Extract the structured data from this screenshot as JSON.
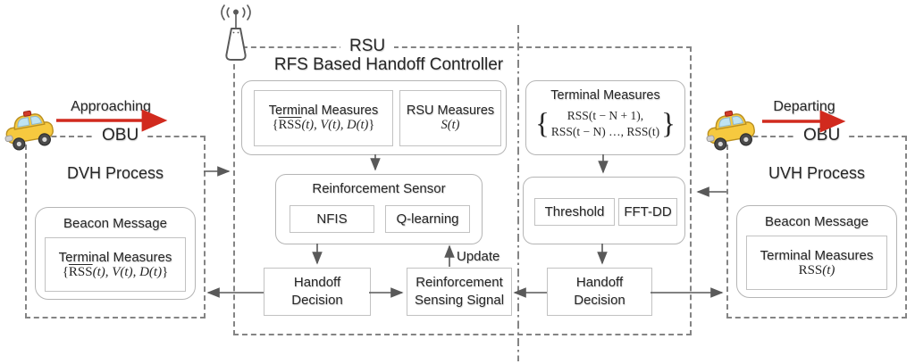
{
  "left_obu": {
    "direction_label": "Approaching",
    "box_label": "OBU",
    "process_title": "DVH Process",
    "beacon_title": "Beacon Message",
    "measures_title": "Terminal Measures",
    "formula": {
      "open": "{",
      "rss": "RSS",
      "rest": "(t), V(t), D(t)",
      "close": "}"
    }
  },
  "rsu": {
    "label": "RSU",
    "title": "RFS Based Handoff Controller",
    "terminal_measures": {
      "title": "Terminal Measures",
      "formula": {
        "open": "{",
        "rss": "RSS",
        "rest": "(t), V(t), D(t)",
        "close": "}"
      }
    },
    "rsu_measures": {
      "title": "RSU Measures",
      "formula": "S(t)"
    },
    "reinforcement_sensor": {
      "title": "Reinforcement Sensor",
      "nfis": "NFIS",
      "qlearning": "Q-learning"
    },
    "handoff_decision_left": {
      "line1": "Handoff",
      "line2": "Decision"
    },
    "sensing_signal": {
      "line1": "Reinforcement",
      "line2": "Sensing Signal"
    },
    "update_label": "Update",
    "right_terminal_measures": {
      "title": "Terminal Measures",
      "brace_open": "{",
      "brace_close": "}",
      "line1": "RSS(t − N + 1),",
      "line2": "RSS(t − N) …, RSS(t)"
    },
    "detector": {
      "threshold": "Threshold",
      "fftdd": "FFT-DD"
    },
    "handoff_decision_right": {
      "line1": "Handoff",
      "line2": "Decision"
    }
  },
  "right_obu": {
    "direction_label": "Departing",
    "box_label": "OBU",
    "process_title": "UVH Process",
    "beacon_title": "Beacon Message",
    "measures_title": "Terminal Measures",
    "formula": {
      "rss": "RSS",
      "rest": "(t)"
    }
  },
  "colors": {
    "arrow_red": "#d12a1e",
    "line_gray": "#595959",
    "dash_gray": "#848484"
  }
}
